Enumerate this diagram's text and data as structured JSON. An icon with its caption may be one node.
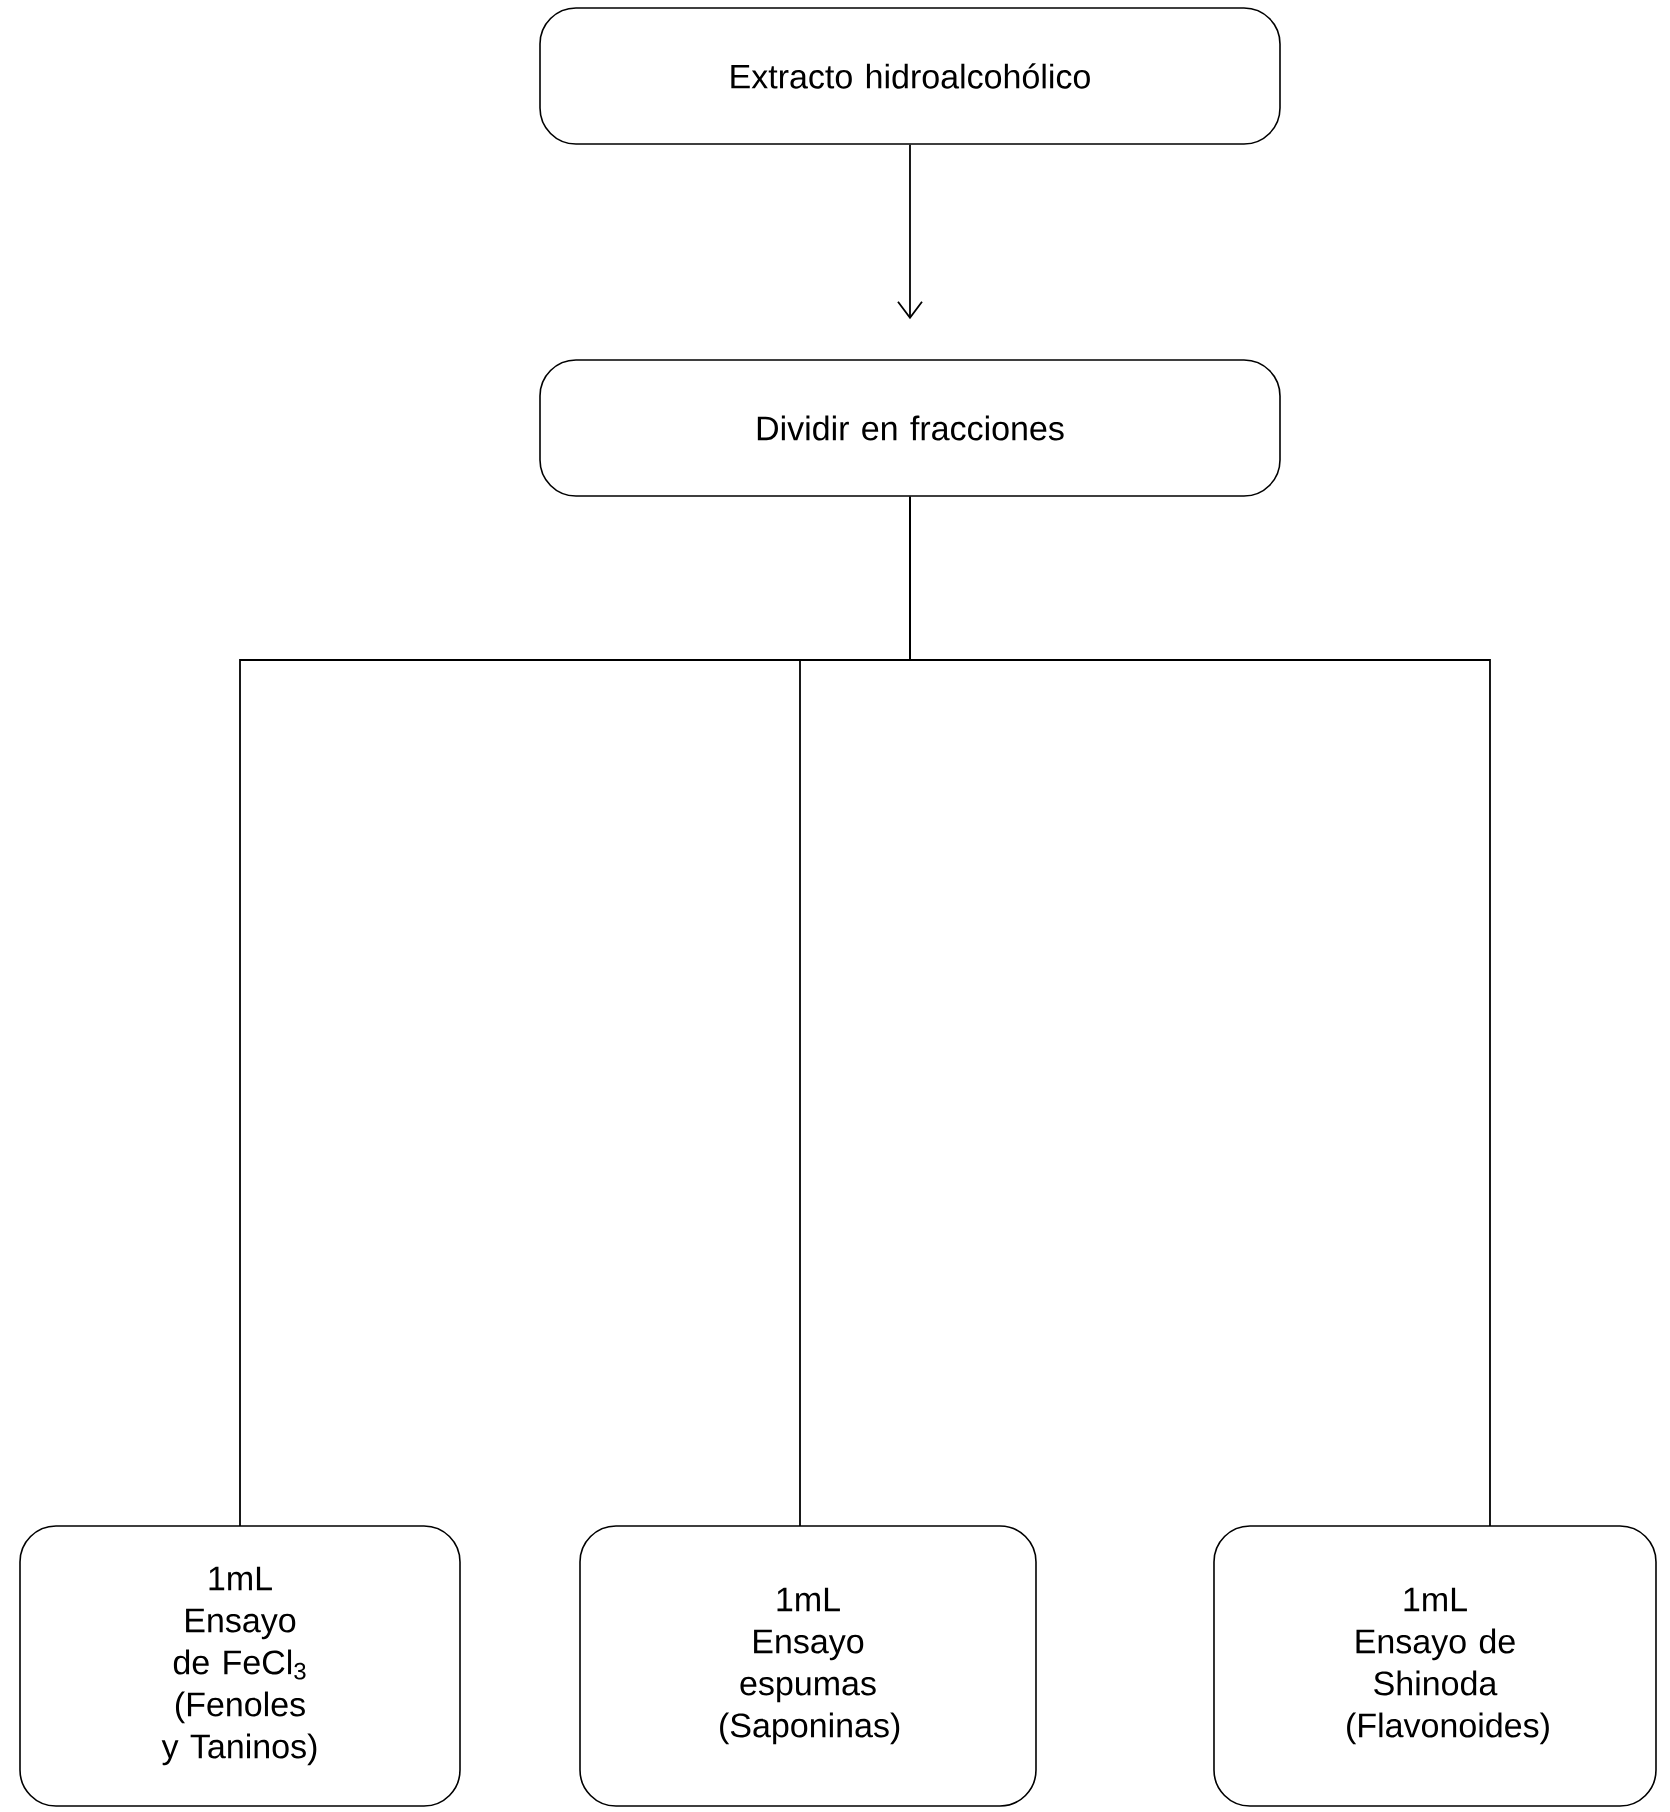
{
  "diagram": {
    "nodes": [
      {
        "text": [
          "Extracto hidroalcohólico"
        ]
      },
      {
        "text": [
          "Dividir en fracciones"
        ]
      },
      {
        "text": [
          "1mL Ensayo de FeCl$_{3}$ (Fenoles y Taninos)"
        ]
      },
      {
        "text": [
          "1mL Ensayo espumas (Saponinas)"
        ]
      },
      {
        "text": [
          "1mL Ensayo de Shinoda (Flavonoides)"
        ]
      }
    ],
    "edges": [
      {
        "from": 0,
        "to": 1,
        "arrow": "to"
      },
      {
        "from": 1,
        "to": 2,
        "arrow": "none"
      },
      {
        "from": 1,
        "to": 3,
        "arrow": "none"
      },
      {
        "from": 1,
        "to": 4,
        "arrow": "none"
      }
    ]
  }
}
